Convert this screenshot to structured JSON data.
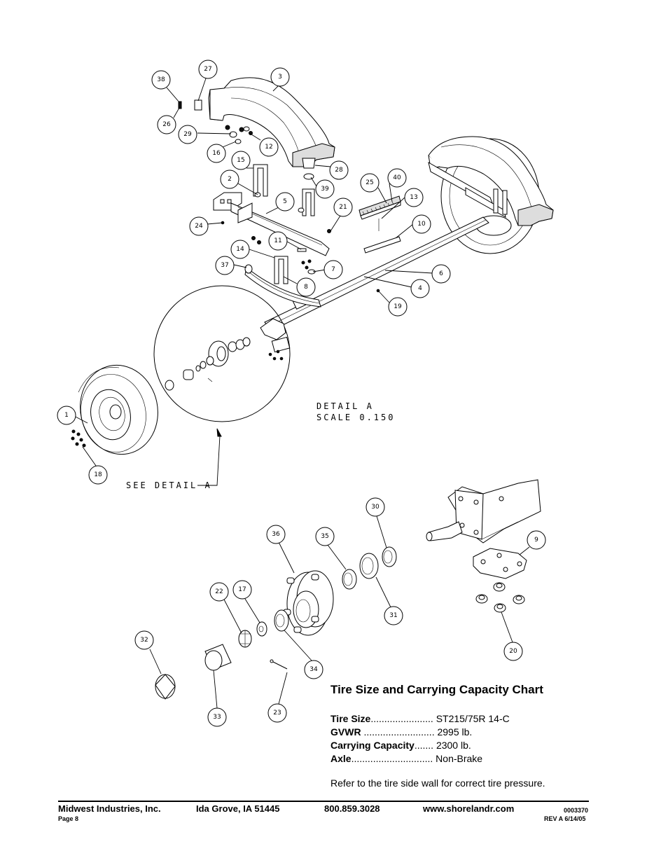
{
  "diagram": {
    "callouts": [
      "38",
      "27",
      "3",
      "26",
      "29",
      "16",
      "12",
      "15",
      "28",
      "2",
      "39",
      "25",
      "40",
      "13",
      "5",
      "21",
      "24",
      "10",
      "11",
      "14",
      "7",
      "37",
      "6",
      "8",
      "4",
      "19",
      "1",
      "18",
      "30",
      "36",
      "35",
      "9",
      "22",
      "17",
      "31",
      "32",
      "34",
      "20",
      "33",
      "23"
    ],
    "detail_label": [
      "DETAIL  A",
      "SCALE  0.150"
    ],
    "see_detail": "SEE DETAIL  A"
  },
  "spec": {
    "title": "Tire Size and Carrying Capacity Chart",
    "rows": [
      {
        "label": "Tire Size",
        "dots": ".......................",
        "value": "ST215/75R 14-C"
      },
      {
        "label": "GVWR",
        "dots": "..........................",
        "value": "2995 lb."
      },
      {
        "label": "Carrying Capacity",
        "dots": ".......",
        "value": "2300 lb."
      },
      {
        "label": "Axle",
        "dots": "..............................",
        "value": "Non-Brake"
      }
    ],
    "note": "Refer to the tire side wall for correct tire pressure."
  },
  "footer": {
    "company": "Midwest Industries, Inc.",
    "location": "Ida Grove, IA  51445",
    "phone": "800.859.3028",
    "website": "www.shorelandr.com",
    "part_no": "0003370",
    "page": "Page 8",
    "revision": "REV A  6/14/05"
  }
}
